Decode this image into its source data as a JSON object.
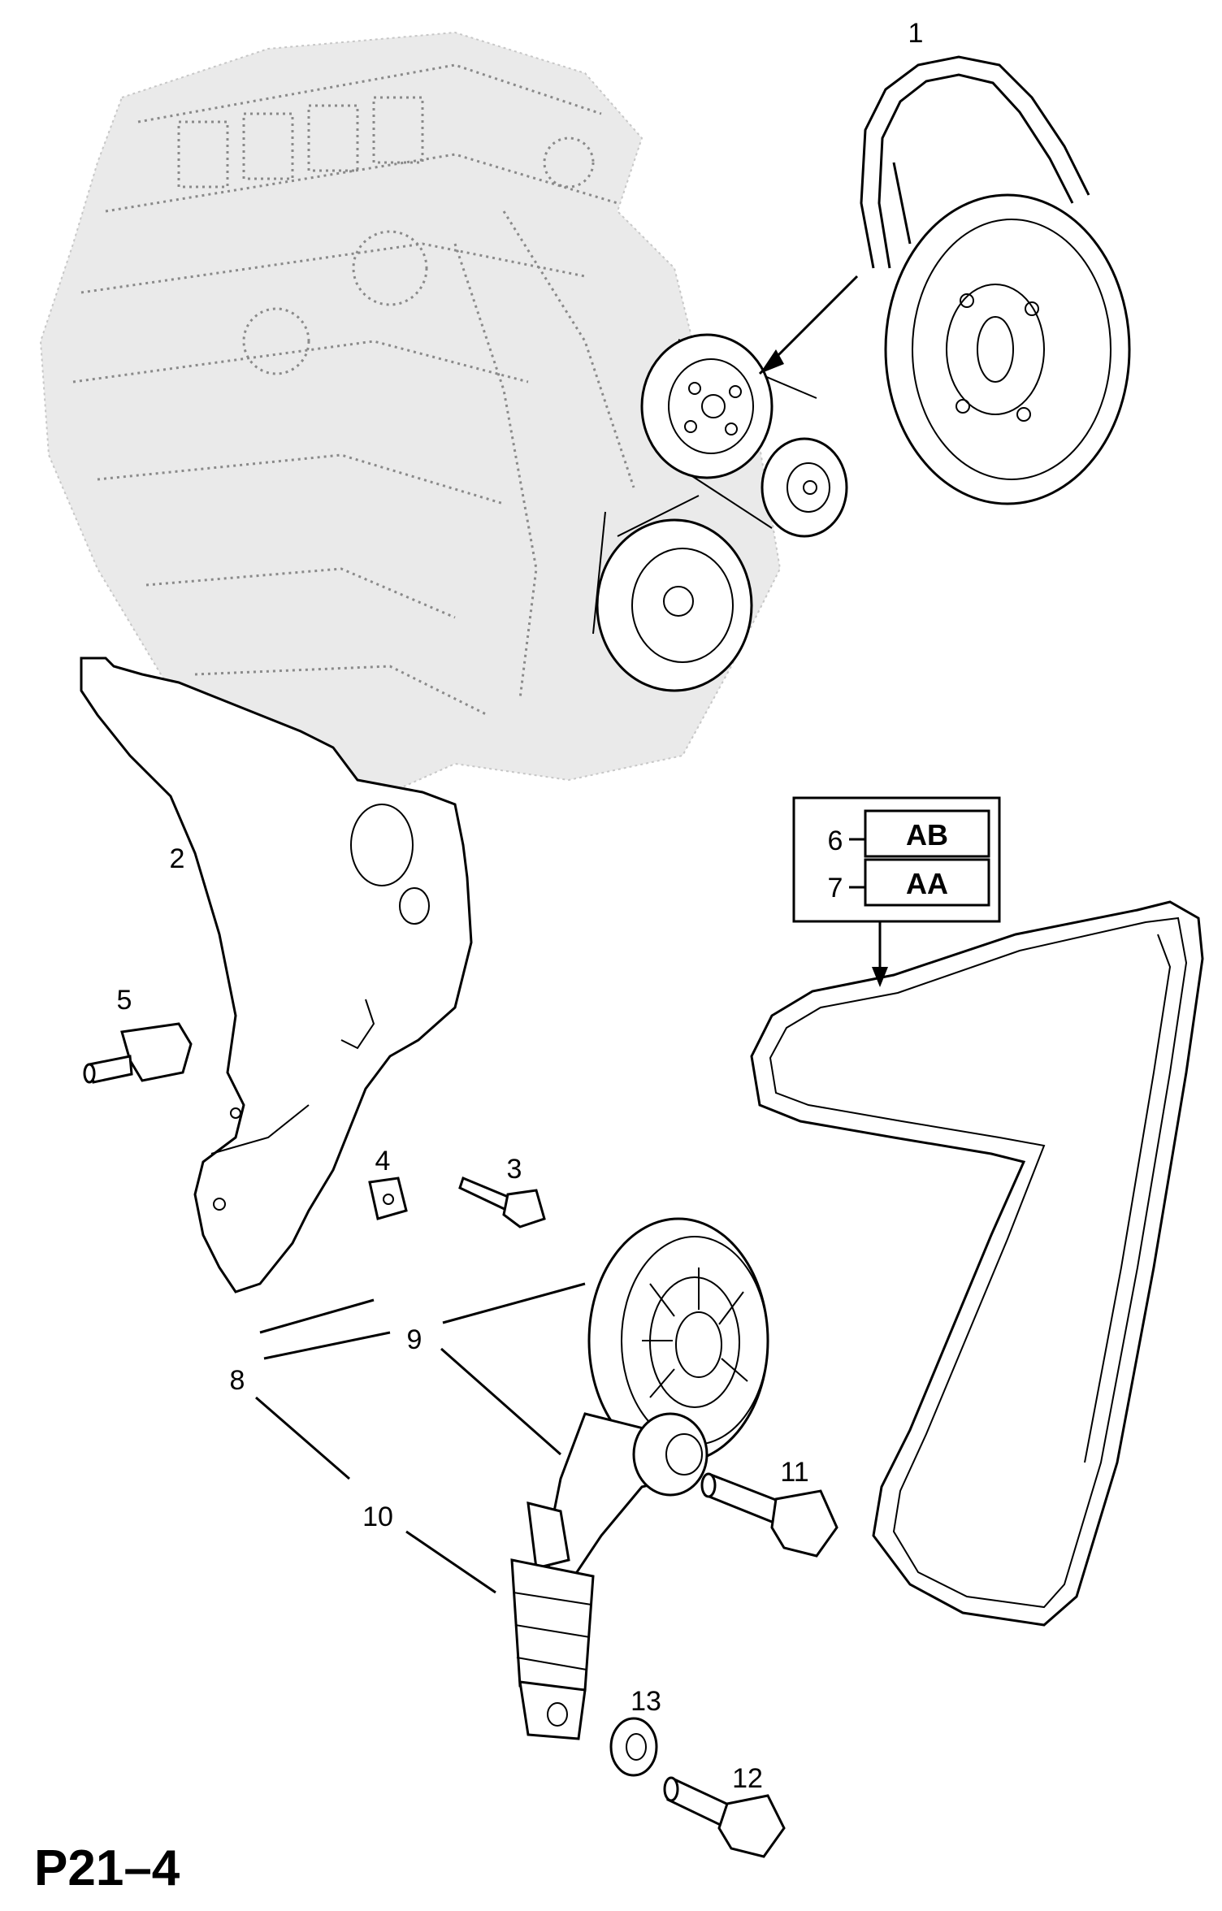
{
  "diagram": {
    "page_code": "P21–4",
    "callouts": {
      "c1": "1",
      "c2": "2",
      "c3": "3",
      "c4": "4",
      "c5": "5",
      "c6": "6",
      "c7": "7",
      "c8": "8",
      "c9": "9",
      "c10": "10",
      "c11": "11",
      "c12": "12",
      "c13": "13"
    },
    "variant_box": {
      "row6": "AB",
      "row7": "AA"
    }
  }
}
